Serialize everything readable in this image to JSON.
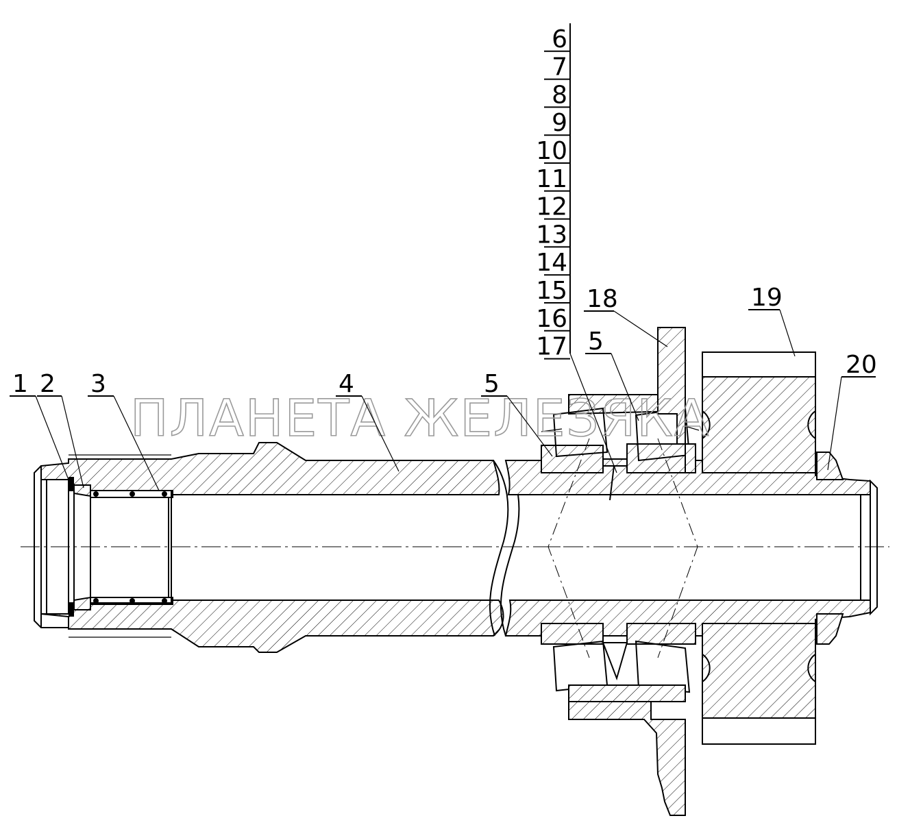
{
  "watermark": "ПЛАНЕТА ЖЕЛЕЗЯКА",
  "callouts": {
    "c1": "1",
    "c2": "2",
    "c3": "3",
    "c4": "4",
    "c5a": "5",
    "c5b": "5",
    "c18": "18",
    "c19": "19",
    "c20": "20",
    "stack": [
      "6",
      "7",
      "8",
      "9",
      "10",
      "11",
      "12",
      "13",
      "14",
      "15",
      "16",
      "17"
    ]
  }
}
